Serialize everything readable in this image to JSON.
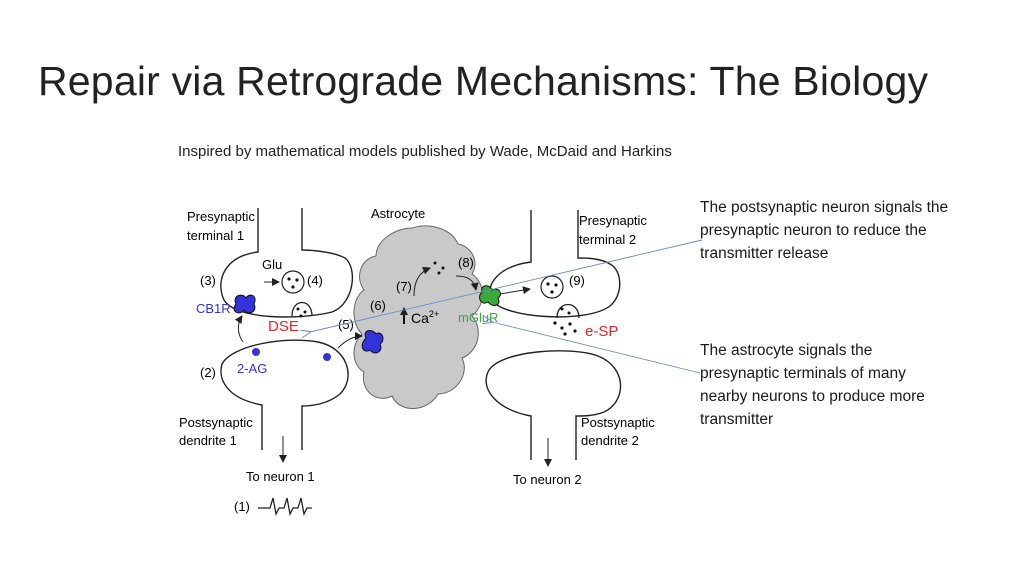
{
  "slide": {
    "title": "Repair via Retrograde Mechanisms: The Biology",
    "subtitle": "Inspired by mathematical models published by Wade, McDaid and Harkins"
  },
  "callouts": {
    "postsynaptic": "The postsynaptic neuron signals the presynaptic neuron to reduce the transmitter release",
    "astrocyte": "The astrocyte signals the presynaptic terminals of many nearby neurons  to produce more transmitter"
  },
  "diagram": {
    "labels": {
      "presynaptic_1": [
        "Presynaptic",
        "terminal 1"
      ],
      "presynaptic_2": [
        "Presynaptic",
        "terminal 2"
      ],
      "astrocyte": "Astrocyte",
      "glu": "Glu",
      "cb1r": "CB1R",
      "dse": "DSE",
      "two_ag": "2-AG",
      "ca": "Ca",
      "ca_sup": "2+",
      "mglur": "mGluR",
      "esp": "e-SP",
      "postsynaptic_1": [
        "Postsynaptic",
        "dendrite 1"
      ],
      "postsynaptic_2": [
        "Postsynaptic",
        "dendrite 2"
      ],
      "to_neuron_1": "To neuron 1",
      "to_neuron_2": "To neuron 2"
    },
    "steps": {
      "s1": "(1)",
      "s2": "(2)",
      "s3": "(3)",
      "s4": "(4)",
      "s5": "(5)",
      "s6": "(6)",
      "s7": "(7)",
      "s8": "(8)",
      "s9": "(9)"
    },
    "colors": {
      "cb1r": "#3333dd",
      "dse": "#e3262b",
      "mglur": "#3aa83a",
      "two_ag": "#3333dd",
      "astrocyte_fill": "#c9c9c9",
      "pointer": "#6a8fc7"
    }
  }
}
